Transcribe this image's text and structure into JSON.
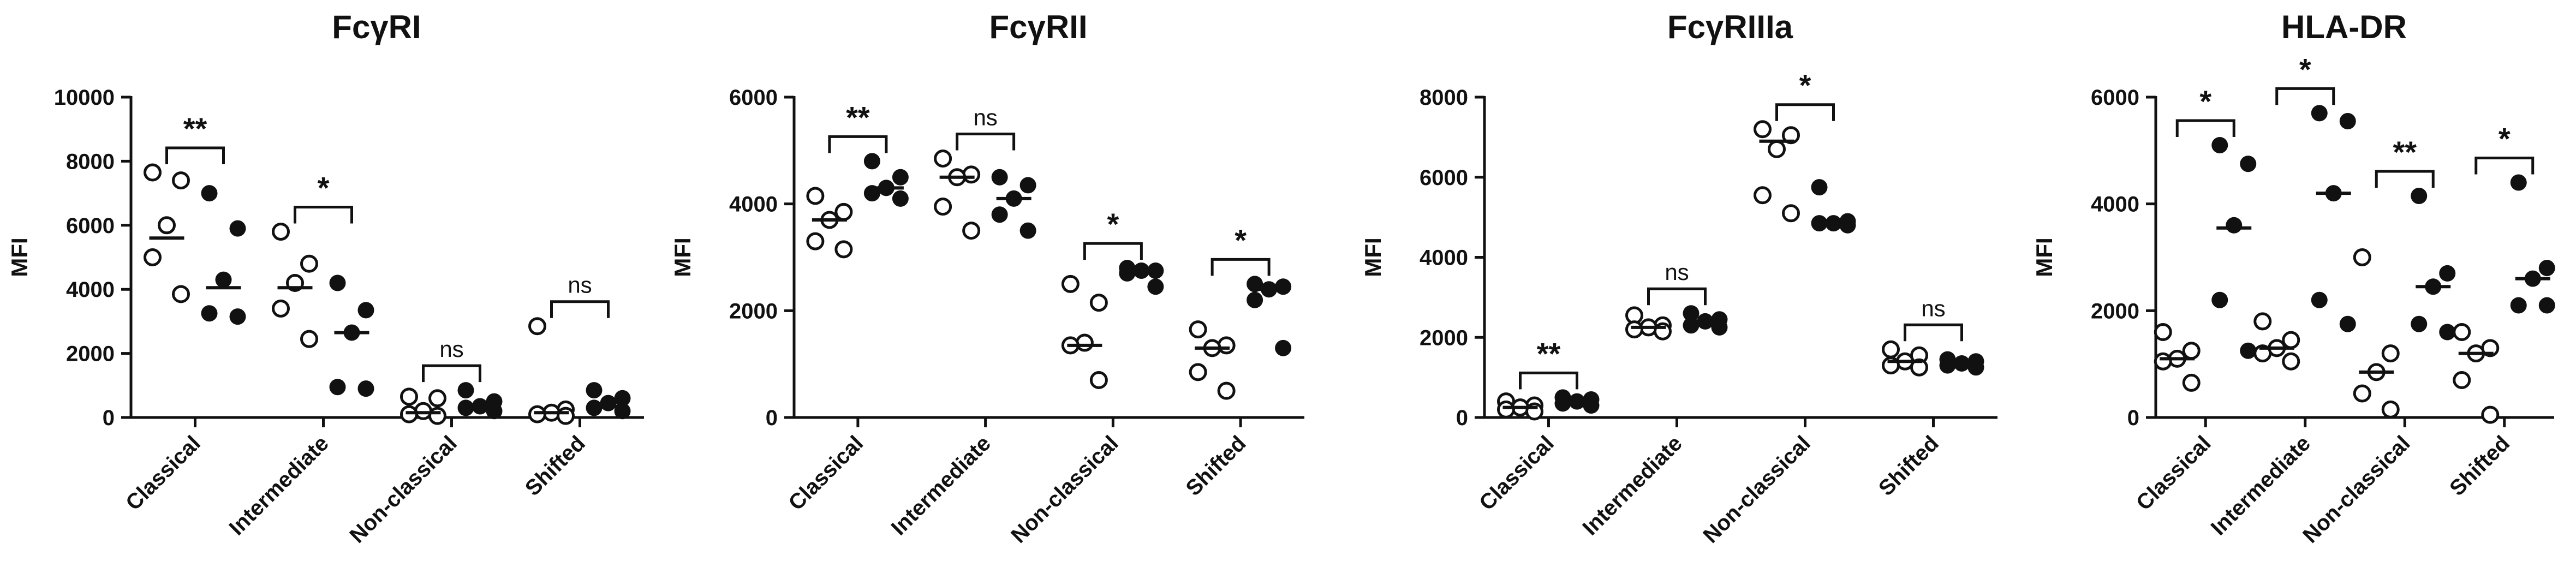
{
  "chart_data": [
    {
      "type": "scatter",
      "title": "FcγRI",
      "ylabel": "MFI",
      "ylim": [
        0,
        10000
      ],
      "yticks": [
        0,
        2000,
        4000,
        6000,
        8000,
        10000
      ],
      "categories": [
        "Classical",
        "Intermediate",
        "Non-classical",
        "Shifted"
      ],
      "series": [
        {
          "marker": "open",
          "values": [
            [
              7650,
              7400,
              6000,
              5000,
              3850
            ],
            [
              5800,
              4800,
              4200,
              3400,
              2450
            ],
            [
              650,
              600,
              200,
              100,
              50
            ],
            [
              2850,
              250,
              150,
              100,
              50
            ]
          ],
          "medians": [
            5600,
            4050,
            150,
            150
          ]
        },
        {
          "marker": "filled",
          "values": [
            [
              7000,
              5900,
              4300,
              3250,
              3150
            ],
            [
              4200,
              3350,
              2650,
              950,
              900
            ],
            [
              850,
              500,
              350,
              300,
              200
            ],
            [
              850,
              600,
              450,
              300,
              200
            ]
          ],
          "medians": [
            4050,
            2650,
            350,
            350
          ]
        }
      ],
      "significance": [
        "**",
        "*",
        "ns",
        "ns"
      ]
    },
    {
      "type": "scatter",
      "title": "FcγRII",
      "ylabel": "MFI",
      "ylim": [
        0,
        6000
      ],
      "yticks": [
        0,
        2000,
        4000,
        6000
      ],
      "categories": [
        "Classical",
        "Intermediate",
        "Non-classical",
        "Shifted"
      ],
      "series": [
        {
          "marker": "open",
          "values": [
            [
              4150,
              3850,
              3700,
              3300,
              3150
            ],
            [
              4850,
              4550,
              4500,
              3950,
              3500
            ],
            [
              2500,
              2150,
              1400,
              1350,
              700
            ],
            [
              1650,
              1350,
              1300,
              850,
              500
            ]
          ],
          "medians": [
            3700,
            4500,
            1350,
            1300
          ]
        },
        {
          "marker": "filled",
          "values": [
            [
              4800,
              4500,
              4300,
              4200,
              4100
            ],
            [
              4500,
              4350,
              4100,
              3800,
              3500
            ],
            [
              2800,
              2750,
              2750,
              2700,
              2450
            ],
            [
              2500,
              2450,
              2400,
              2200,
              1300
            ]
          ],
          "medians": [
            4300,
            4100,
            2750,
            2400
          ]
        }
      ],
      "significance": [
        "**",
        "ns",
        "*",
        "*"
      ]
    },
    {
      "type": "scatter",
      "title": "FcγRIIIa",
      "ylabel": "MFI",
      "ylim": [
        0,
        8000
      ],
      "yticks": [
        0,
        2000,
        4000,
        6000,
        8000
      ],
      "categories": [
        "Classical",
        "Intermediate",
        "Non-classical",
        "Shifted"
      ],
      "series": [
        {
          "marker": "open",
          "values": [
            [
              400,
              300,
              250,
              200,
              150
            ],
            [
              2550,
              2300,
              2250,
              2200,
              2150
            ],
            [
              7200,
              7050,
              6700,
              5550,
              5100
            ],
            [
              1700,
              1550,
              1400,
              1300,
              1250
            ]
          ],
          "medians": [
            250,
            2250,
            6900,
            1400
          ]
        },
        {
          "marker": "filled",
          "values": [
            [
              500,
              450,
              400,
              350,
              300
            ],
            [
              2600,
              2450,
              2400,
              2300,
              2250
            ],
            [
              5750,
              4900,
              4850,
              4850,
              4800
            ],
            [
              1450,
              1400,
              1350,
              1300,
              1250
            ]
          ],
          "medians": [
            400,
            2400,
            4850,
            1350
          ]
        }
      ],
      "significance": [
        "**",
        "ns",
        "*",
        "ns"
      ]
    },
    {
      "type": "scatter",
      "title": "HLA-DR",
      "ylabel": "MFI",
      "ylim": [
        0,
        6000
      ],
      "yticks": [
        0,
        2000,
        4000,
        6000
      ],
      "categories": [
        "Classical",
        "Intermediate",
        "Non-classical",
        "Shifted"
      ],
      "series": [
        {
          "marker": "open",
          "values": [
            [
              1600,
              1250,
              1100,
              1050,
              650
            ],
            [
              1800,
              1450,
              1300,
              1200,
              1050
            ],
            [
              3000,
              1200,
              850,
              450,
              150
            ],
            [
              1600,
              1300,
              1200,
              700,
              50
            ]
          ],
          "medians": [
            1100,
            1300,
            850,
            1200
          ]
        },
        {
          "marker": "filled",
          "values": [
            [
              5100,
              4750,
              3600,
              2200,
              1250
            ],
            [
              5700,
              5550,
              4200,
              2200,
              1750
            ],
            [
              4150,
              2700,
              2450,
              1750,
              1600
            ],
            [
              4400,
              2800,
              2600,
              2100,
              2100
            ]
          ],
          "medians": [
            3550,
            4200,
            2450,
            2600
          ]
        }
      ],
      "significance": [
        "*",
        "*",
        "**",
        "*"
      ]
    }
  ]
}
